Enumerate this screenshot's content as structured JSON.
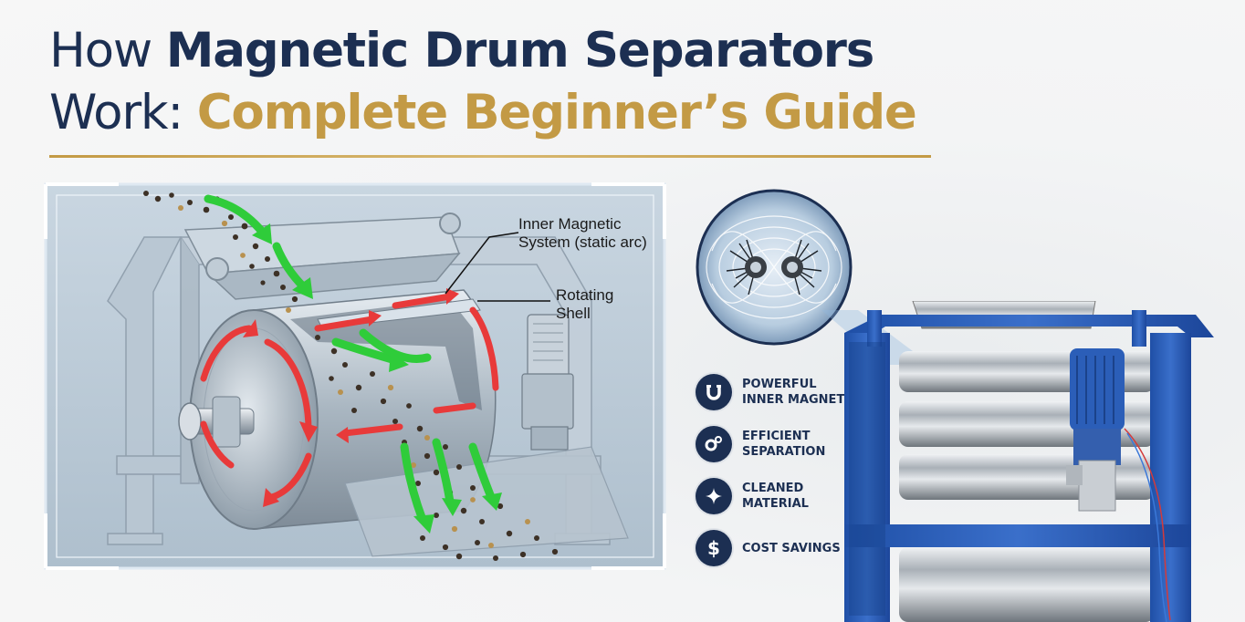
{
  "title": {
    "line1_a": "How ",
    "line1_b": "Magnetic Drum Separators",
    "line2_a": "Work: ",
    "line2_b": "Complete Beginner’s Guide"
  },
  "callouts": {
    "inner_magnetic": "Inner Magnetic System (static arc)",
    "rotating_shell": "Rotating Shell"
  },
  "features": [
    {
      "label": "Powerful Inner Magnet",
      "icon": "magnet-icon"
    },
    {
      "label": "Efficient Separation",
      "icon": "gears-icon"
    },
    {
      "label": "Cleaned Material",
      "icon": "sparkle-icon"
    },
    {
      "label": "Cost Savings",
      "icon": "dollar-icon"
    }
  ],
  "colors": {
    "navy": "#1c2f52",
    "gold": "#c39a45",
    "arrow_green": "#2fcc3a",
    "arrow_red": "#e83a3a",
    "machine_blue": "#2f5fb5"
  }
}
